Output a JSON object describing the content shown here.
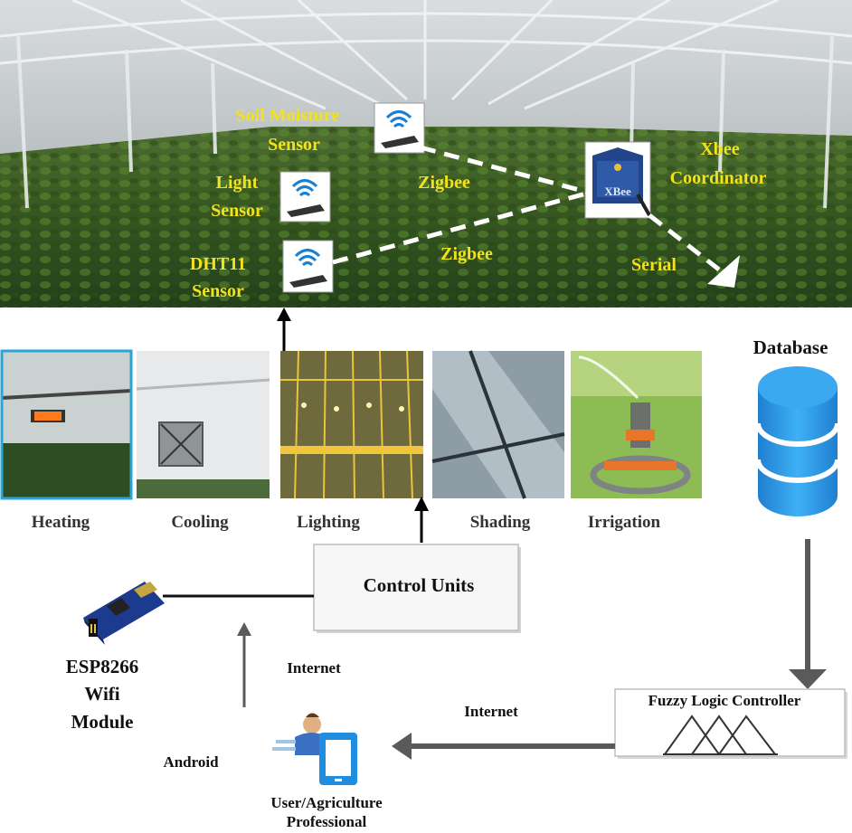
{
  "top_labels": {
    "soil_sensor": [
      "Soil Moisture",
      "Sensor"
    ],
    "light_sensor": [
      "Light",
      "Sensor"
    ],
    "dht_sensor": [
      "DHT11",
      "Sensor"
    ],
    "xbee": [
      "Xbee",
      "Coordinator"
    ],
    "zigbee_1": "Zigbee",
    "zigbee_2": "Zigbee",
    "serial": "Serial"
  },
  "actuators": [
    "Heating",
    "Cooling",
    "Lighting",
    "Shading",
    "Irrigation"
  ],
  "database_label": "Database",
  "control_units_label": "Control Units",
  "esp_label": [
    "ESP8266",
    "Wifi",
    "Module"
  ],
  "internet_1": "Internet",
  "internet_2": "Internet",
  "fuzzy_label": "Fuzzy Logic Controller",
  "android_label": "Android",
  "user_label": [
    "User/Agriculture",
    "Professional"
  ],
  "xbee_chip_text": "XBee",
  "colors": {
    "label_yellow": "#f2e21b",
    "database_blue": "#2e9be8",
    "arrow_gray": "#5a5a5a",
    "greenhouse_dark": "#1f3a16"
  }
}
